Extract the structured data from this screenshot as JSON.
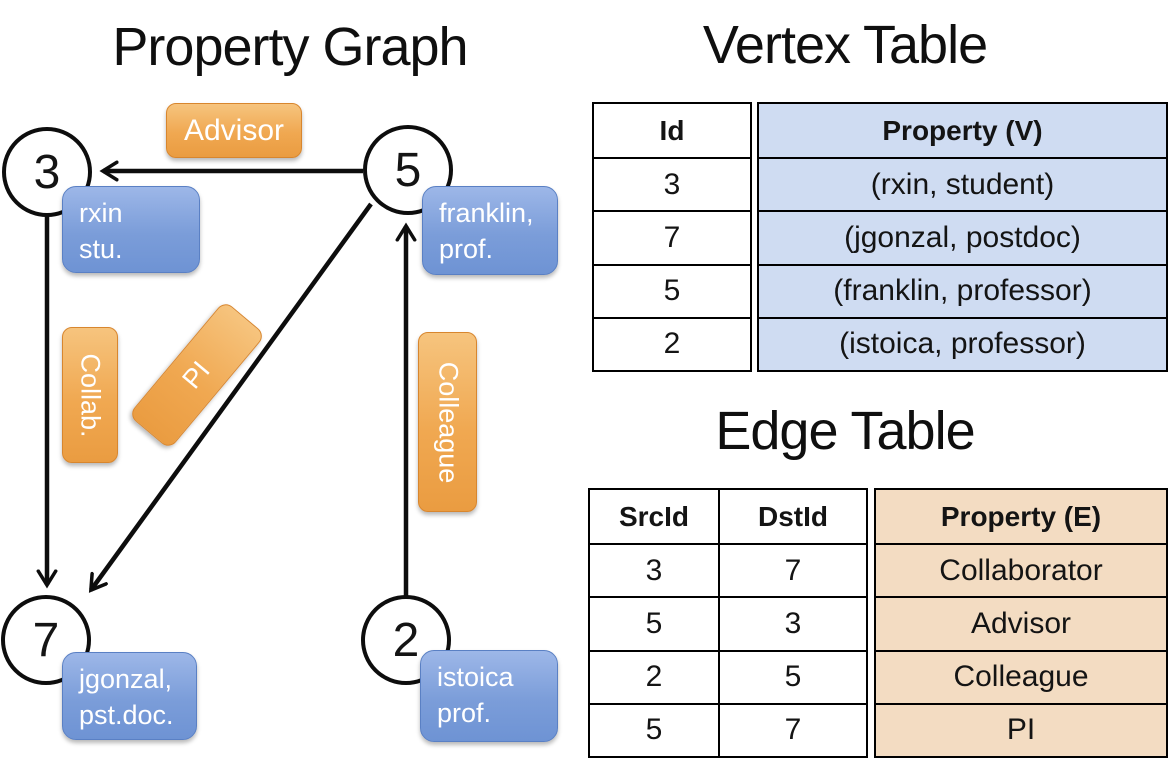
{
  "graph": {
    "title": "Property Graph",
    "nodes": [
      {
        "id": "3",
        "property_line1": "rxin",
        "property_line2": "stu."
      },
      {
        "id": "5",
        "property_line1": "franklin,",
        "property_line2": "prof."
      },
      {
        "id": "7",
        "property_line1": "jgonzal,",
        "property_line2": "pst.doc."
      },
      {
        "id": "2",
        "property_line1": "istoica",
        "property_line2": "prof."
      }
    ],
    "edges": [
      {
        "label": "Advisor",
        "src": "5",
        "dst": "3"
      },
      {
        "label": "Collab.",
        "src": "3",
        "dst": "7"
      },
      {
        "label": "PI",
        "src": "5",
        "dst": "7"
      },
      {
        "label": "Colleague",
        "src": "2",
        "dst": "5"
      }
    ]
  },
  "vertex_table": {
    "title": "Vertex Table",
    "columns": [
      "Id",
      "Property (V)"
    ],
    "rows": [
      [
        "3",
        "(rxin, student)"
      ],
      [
        "7",
        "(jgonzal, postdoc)"
      ],
      [
        "5",
        "(franklin, professor)"
      ],
      [
        "2",
        "(istoica, professor)"
      ]
    ]
  },
  "edge_table": {
    "title": "Edge Table",
    "columns": [
      "SrcId",
      "DstId",
      "Property (E)"
    ],
    "rows": [
      [
        "3",
        "7",
        "Collaborator"
      ],
      [
        "5",
        "3",
        "Advisor"
      ],
      [
        "2",
        "5",
        "Colleague"
      ],
      [
        "5",
        "7",
        "PI"
      ]
    ]
  },
  "colors": {
    "vertex_property_fill": "#cfdcf2",
    "edge_property_fill": "#f3dcc2",
    "node_box_blue": "#7b9dd9",
    "edge_box_orange": "#f0a851",
    "line_black": "#0d0d0d"
  }
}
